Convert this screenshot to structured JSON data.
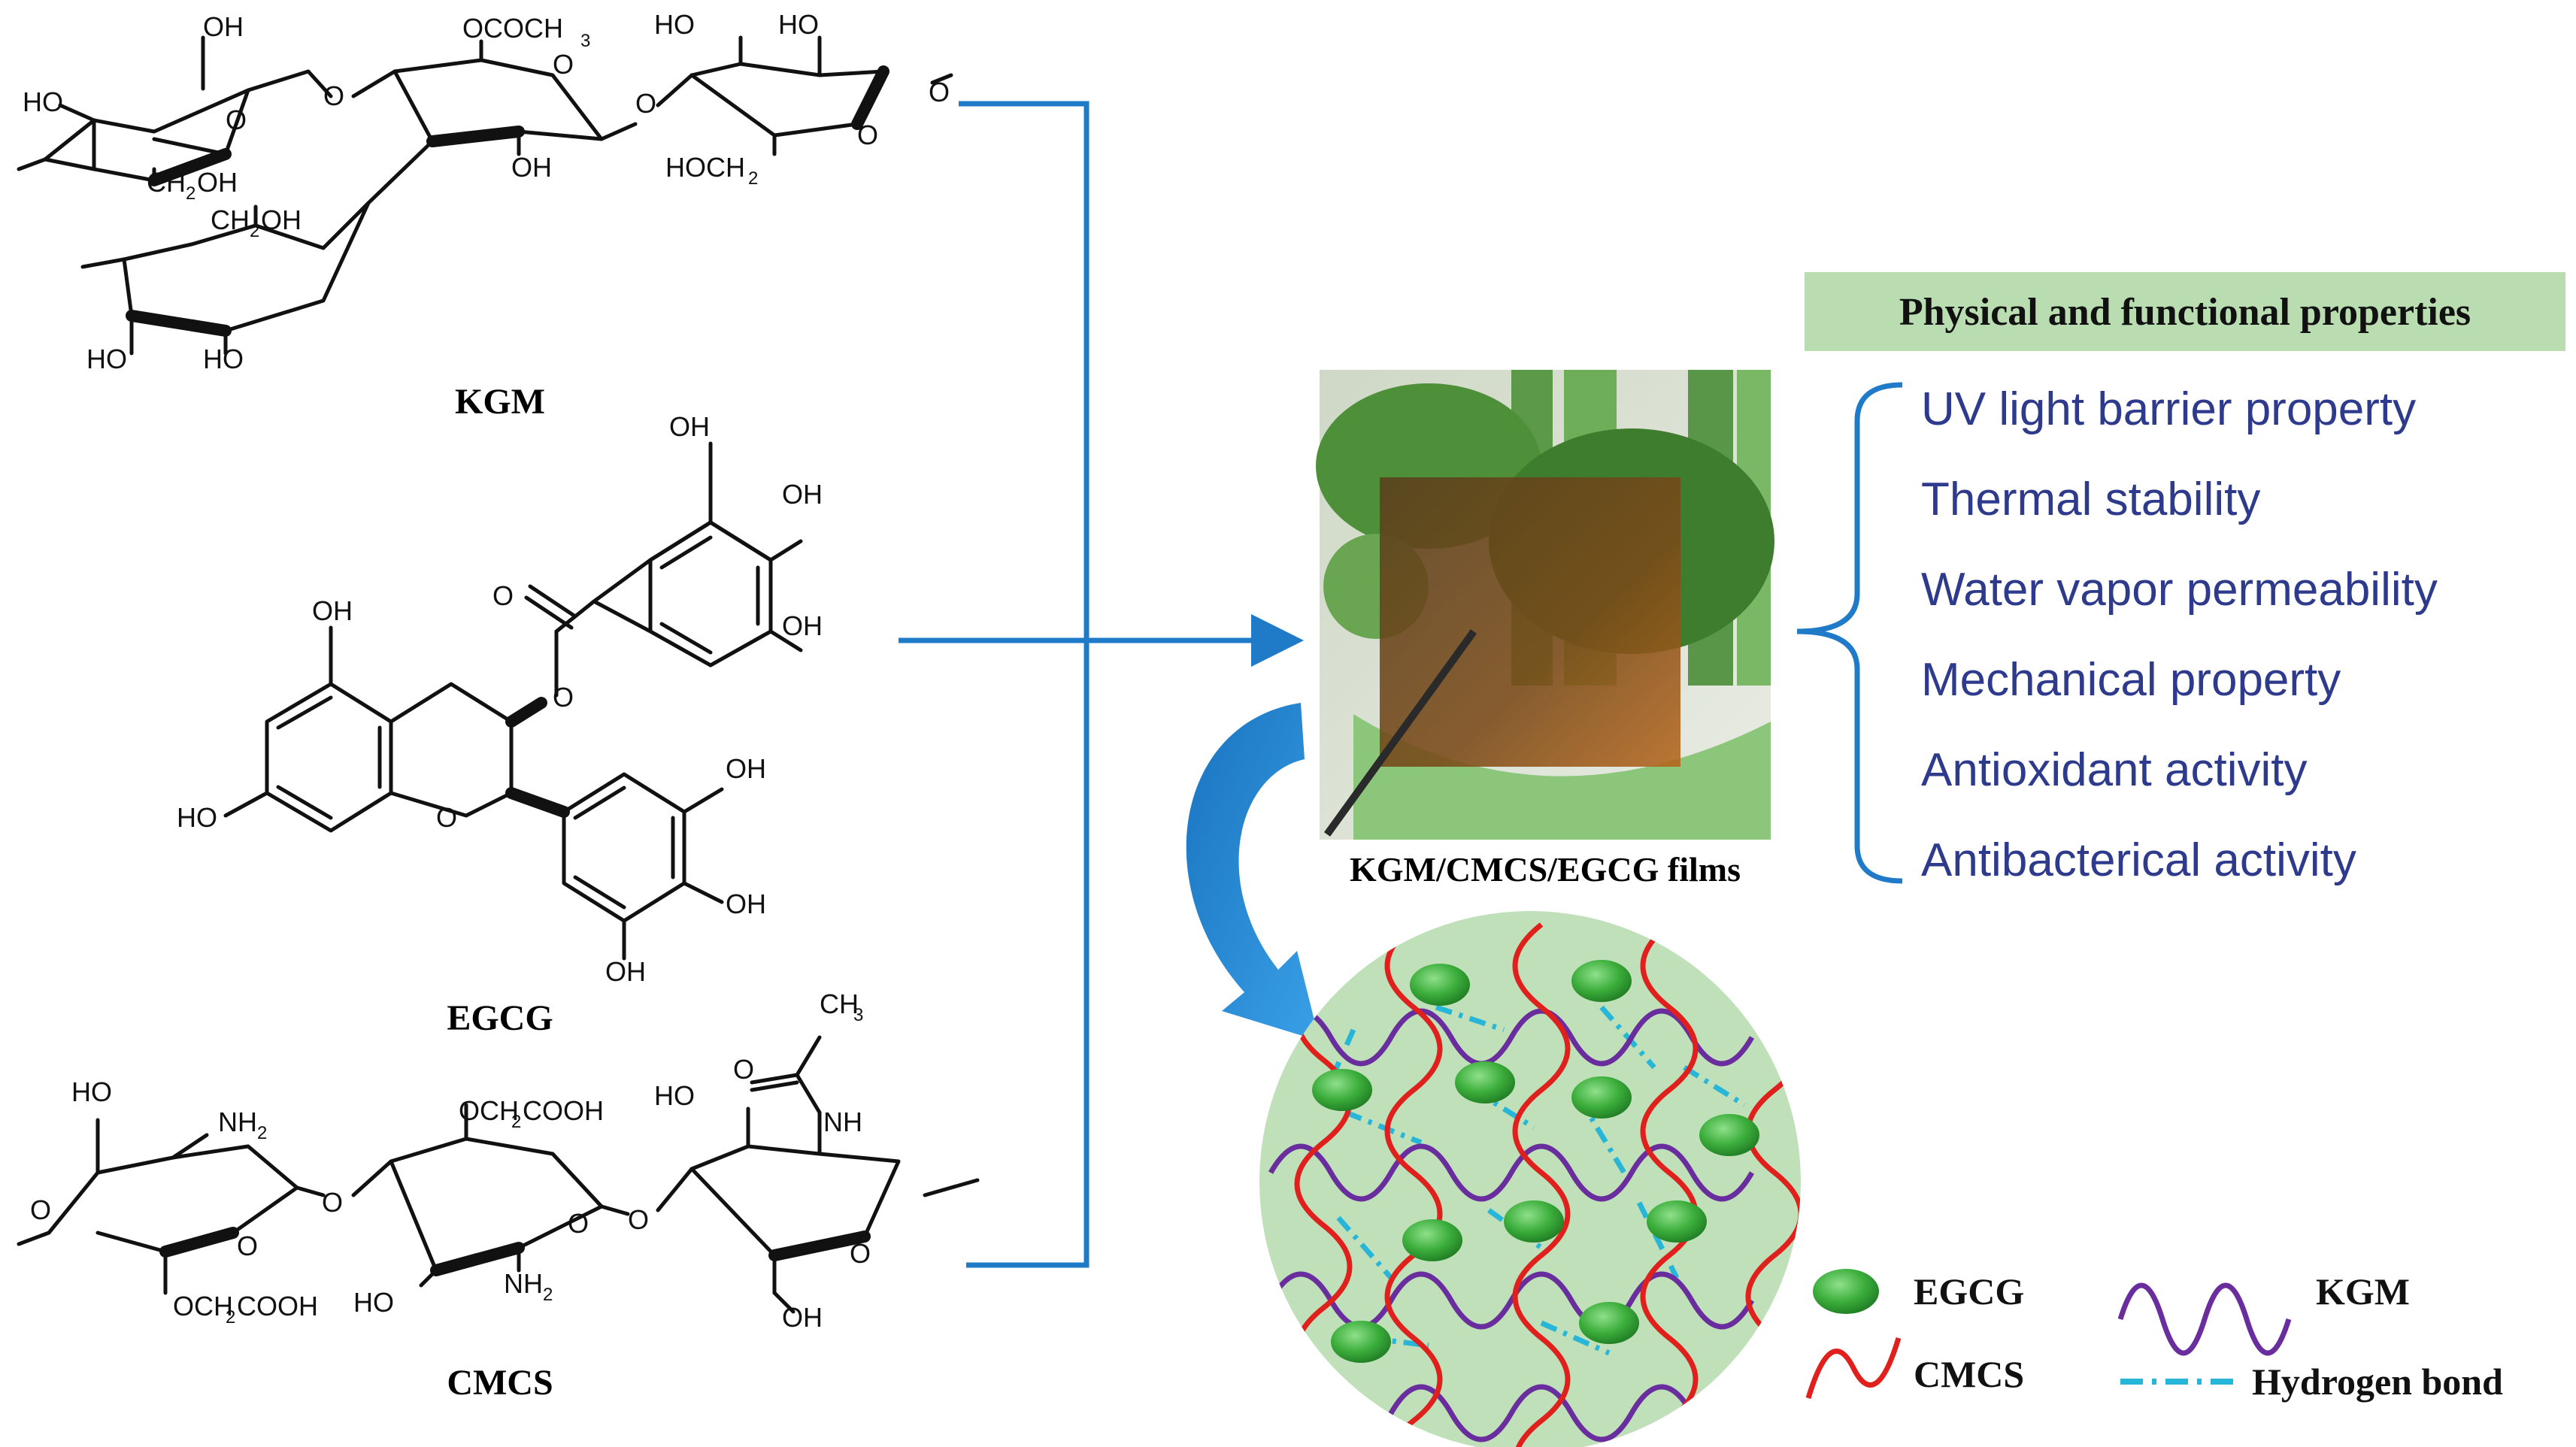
{
  "molecules": {
    "kgm": {
      "name": "KGM",
      "atoms": [
        "OH",
        "OCOCH",
        "3",
        "HO",
        "HO",
        "HO",
        "O",
        "O",
        "O",
        "O",
        "O",
        "O",
        "CH",
        "2",
        "OH",
        "OH",
        "HOCH",
        "2",
        "CH",
        "2",
        "OH",
        "HO",
        "HO"
      ]
    },
    "egcg": {
      "name": "EGCG",
      "atoms": [
        "OH",
        "OH",
        "OH",
        "O",
        "OH",
        "O",
        "HO",
        "O",
        "OH",
        "OH",
        "OH"
      ]
    },
    "cmcs": {
      "name": "CMCS",
      "atoms": [
        "CH",
        "3",
        "HO",
        "NH",
        "2",
        "OCH",
        "2",
        "COOH",
        "HO",
        "O",
        "NH",
        "O",
        "O",
        "O",
        "O",
        "O",
        "O",
        "OCH",
        "2",
        "COOH",
        "HO",
        "NH",
        "2",
        "OH"
      ]
    }
  },
  "film": {
    "caption": "KGM/CMCS/EGCG films"
  },
  "properties": {
    "header": "Physical and functional properties",
    "items": [
      "UV light barrier property",
      "Thermal stability",
      "Water vapor permeability",
      "Mechanical property",
      "Antioxidant activity",
      "Antibacterical activity"
    ]
  },
  "legend": {
    "egcg": "EGCG",
    "kgm": "KGM",
    "cmcs": "CMCS",
    "hydrogen_bond": "Hydrogen bond"
  },
  "colors": {
    "arrow_blue": "#1f7bc8",
    "properties_text": "#2e3a8c",
    "header_bg": "#b9ddb0",
    "network_bg": "#bfe0b8",
    "egcg_green": "#3cae3c",
    "kgm_purple": "#6a2d9e",
    "cmcs_red": "#e0201c",
    "hbond_cyan": "#27b6d8"
  }
}
